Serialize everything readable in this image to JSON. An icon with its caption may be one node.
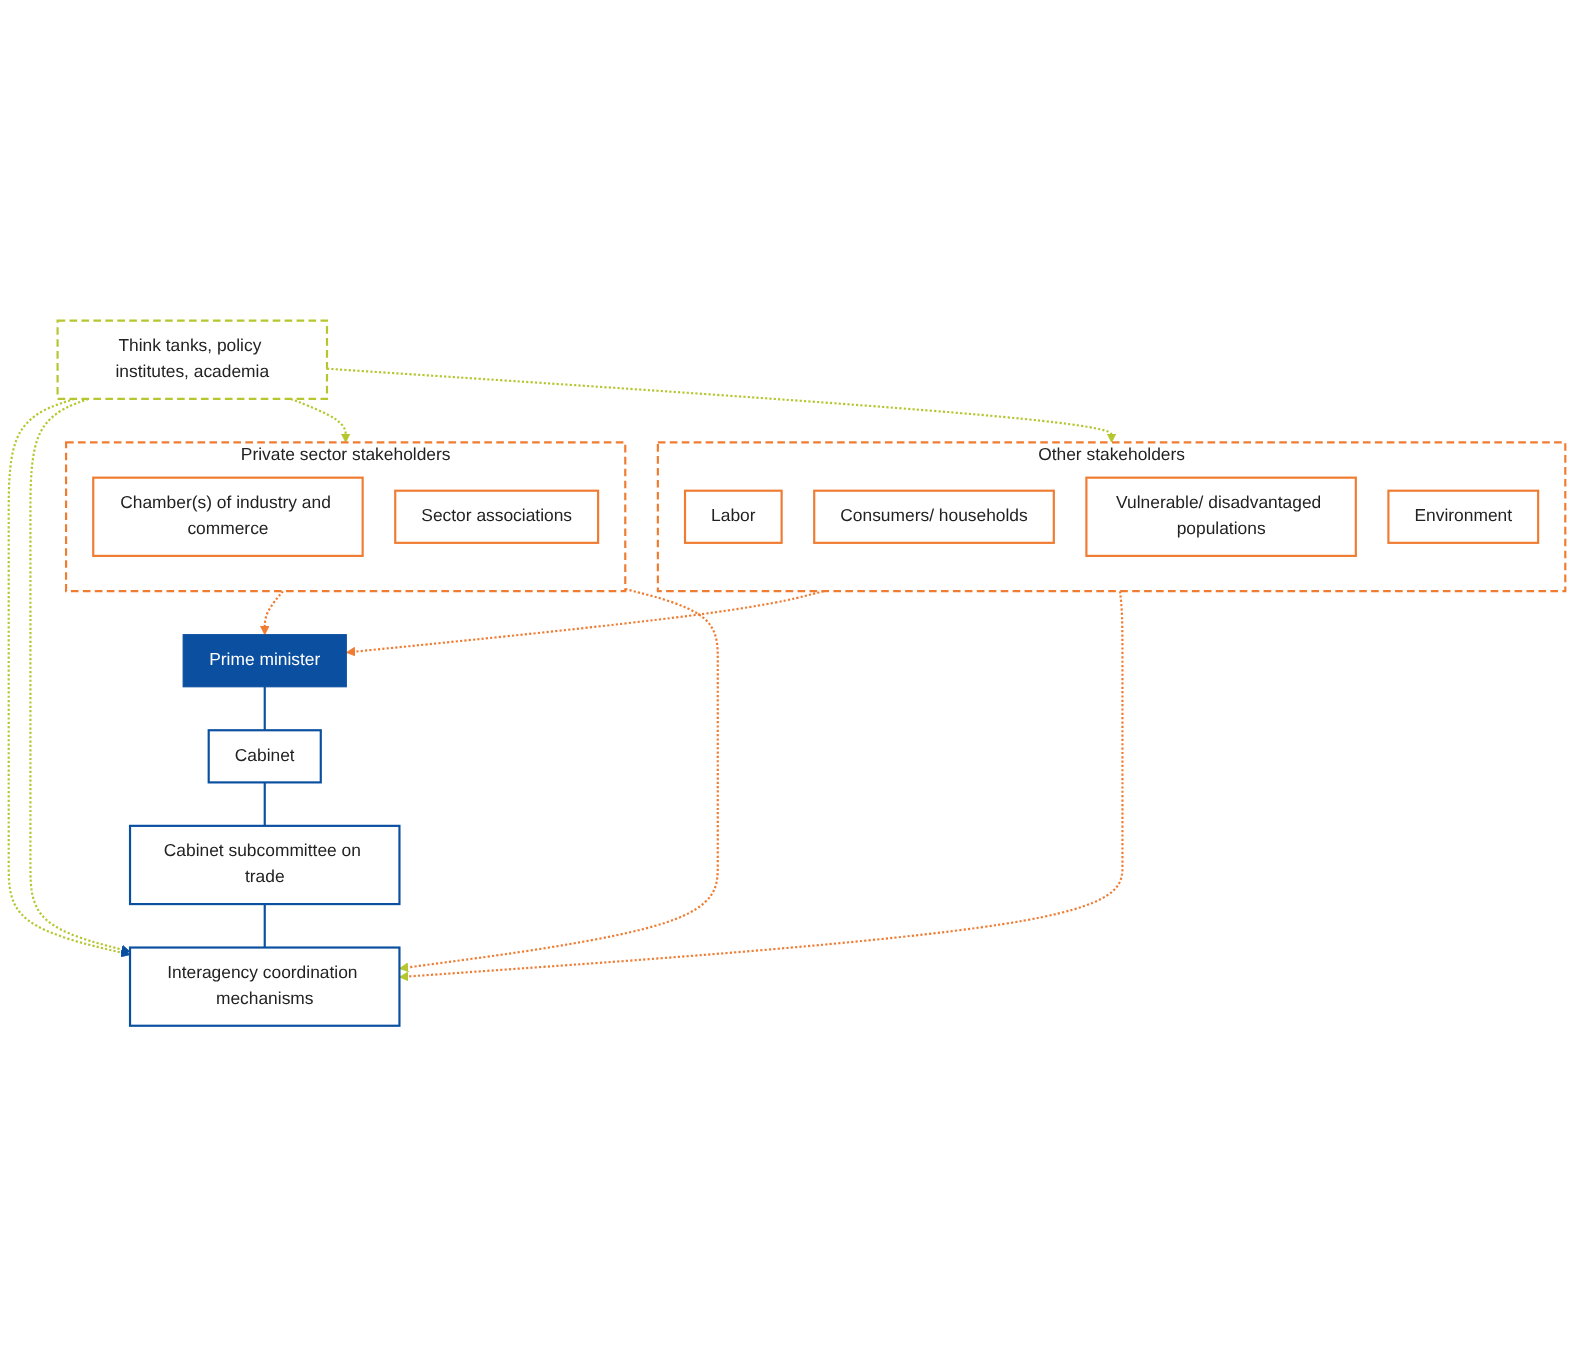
{
  "diagram": {
    "nodes": [
      {
        "text": [
          "Prime minister"
        ]
      },
      {
        "text": [
          "Private sector stakeholders"
        ]
      },
      {
        "text": [
          "Chamber(s) of industry and commerce"
        ],
        "in": 1
      },
      {
        "text": [
          "Sector associations"
        ],
        "in": 1
      },
      {
        "text": [
          "Cabinet"
        ]
      },
      {
        "text": [
          "Cabinet subcommittee on trade"
        ]
      },
      {
        "text": [
          "Interagency coordination mechanisms"
        ]
      },
      {
        "text": [
          "Other stakeholders"
        ]
      },
      {
        "text": [
          "Labor"
        ],
        "in": 7
      },
      {
        "text": [
          "Consumers/ households"
        ],
        "in": 7
      },
      {
        "text": [
          "Vulnerable/ disadvantaged populations"
        ],
        "in": 7
      },
      {
        "text": [
          "Environment"
        ],
        "in": 7
      },
      {
        "text": [
          "Think tanks, policy institutes, academia"
        ]
      }
    ],
    "edges": [
      {
        "from": 1,
        "to": 0,
        "arrow": "to",
        "style": "dashed",
        "color": "#f07c32"
      },
      {
        "from": 7,
        "to": 0,
        "arrow": "to",
        "style": "dashed",
        "color": "#f07c32"
      },
      {
        "from": 0,
        "to": 4,
        "arrow": "none",
        "color": "#0a4fa0"
      },
      {
        "from": 4,
        "to": 5,
        "arrow": "none",
        "color": "#0a4fa0"
      },
      {
        "from": 5,
        "to": 6,
        "arrow": "none",
        "color": "#0a4fa0"
      },
      {
        "from": 1,
        "to": 6,
        "arrow": "to",
        "style": "dashed",
        "color": "#f07c32"
      },
      {
        "from": 7,
        "to": 6,
        "arrow": "to",
        "style": "dashed",
        "color": "#f07c32"
      },
      {
        "from": 12,
        "to": 1,
        "arrow": "to",
        "style": "dashed",
        "color": "#b5c62e"
      },
      {
        "from": 12,
        "to": 6,
        "arrow": "to",
        "style": "dashed",
        "color": "#b5c62e"
      },
      {
        "from": 12,
        "to": 6,
        "arrow": "to",
        "style": "dashed",
        "color": "#b5c62e"
      },
      {
        "from": 12,
        "to": 7,
        "arrow": "to",
        "style": "dashed",
        "color": "#b5c62e"
      }
    ]
  }
}
